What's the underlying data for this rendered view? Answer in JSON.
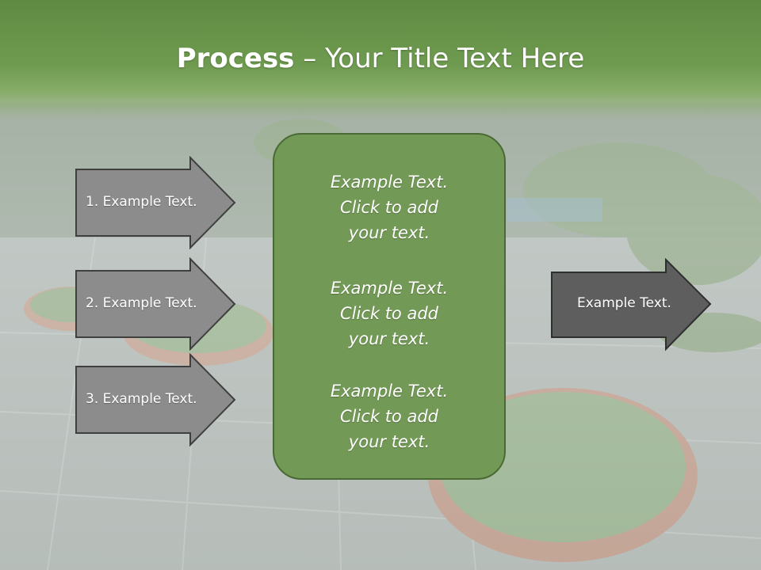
{
  "slide": {
    "title_bold": "Process",
    "title_rest": " – Your Title Text Here"
  },
  "left_arrows": [
    {
      "label": "1. Example Text."
    },
    {
      "label": "2. Example Text."
    },
    {
      "label": "3. Example Text."
    }
  ],
  "center_box": {
    "blocks": [
      {
        "line1": "Example Text.",
        "line2": "Click  to add",
        "line3": "your text."
      },
      {
        "line1": "Example Text.",
        "line2": "Click  to add",
        "line3": "your text."
      },
      {
        "line1": "Example Text.",
        "line2": "Click  to add",
        "line3": "your text."
      }
    ]
  },
  "right_arrow": {
    "label": "Example Text."
  },
  "colors": {
    "header_green": "#6f9b50",
    "box_green": "#739956",
    "arrow_gray": "#8c8c8c",
    "arrow_dark": "#5e5e5e"
  }
}
